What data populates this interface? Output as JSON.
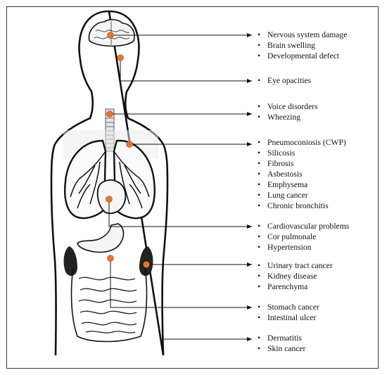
{
  "accent_color": "#e8742a",
  "groups": [
    {
      "organ": "brain",
      "items": [
        "Nervous system damage",
        "Brain swelling",
        "Developmental defect"
      ]
    },
    {
      "organ": "eye",
      "items": [
        "Eye opacities"
      ]
    },
    {
      "organ": "throat",
      "items": [
        "Voice disorders",
        "Wheezing"
      ]
    },
    {
      "organ": "lungs",
      "items": [
        "Pneumoconiosis (CWP)",
        "Silicosis",
        "Fibrosis",
        "Asbestosis",
        "Emphysema",
        "Lung cancer",
        "Chronic bronchitis"
      ]
    },
    {
      "organ": "heart",
      "items": [
        "Cardiovascular problems",
        "Cor pulmonale",
        "Hypertension"
      ]
    },
    {
      "organ": "kidney",
      "items": [
        "Urinary tract cancer",
        "Kidney disease",
        "Parenchyma"
      ]
    },
    {
      "organ": "stomach-intestine",
      "items": [
        "Stomach cancer",
        "Intestinal ulcer"
      ]
    },
    {
      "organ": "skin",
      "items": [
        "Dermatitis",
        "Skin cancer"
      ]
    }
  ]
}
